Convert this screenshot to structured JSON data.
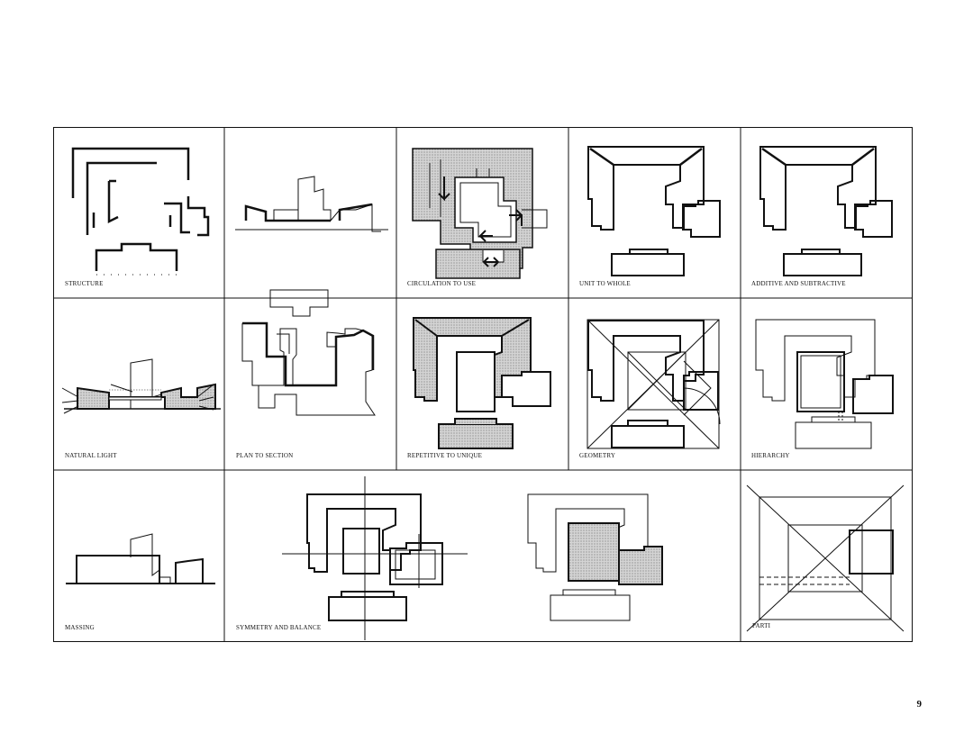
{
  "page": {
    "number": "9"
  },
  "panels": [
    {
      "id": "structure",
      "label": "STRUCTURE"
    },
    {
      "id": "plan-to-section",
      "label": ""
    },
    {
      "id": "circulation",
      "label": "CIRCULATION TO USE"
    },
    {
      "id": "unit-to-whole",
      "label": "UNIT TO WHOLE"
    },
    {
      "id": "additive",
      "label": "ADDITIVE AND SUBTRACTIVE"
    },
    {
      "id": "natural-light",
      "label": "NATURAL LIGHT"
    },
    {
      "id": "plan-to-section-2",
      "label": "PLAN TO SECTION"
    },
    {
      "id": "repetitive",
      "label": "REPETITIVE TO UNIQUE"
    },
    {
      "id": "geometry",
      "label": "GEOMETRY"
    },
    {
      "id": "hierarchy",
      "label": "HIERARCHY"
    },
    {
      "id": "massing",
      "label": "MASSING"
    },
    {
      "id": "symmetry",
      "label": "SYMMETRY AND BALANCE"
    },
    {
      "id": "parti",
      "label": "PARTI"
    }
  ],
  "colors": {
    "line": "#111111",
    "hatch": "#bdbdbd",
    "paper": "#ffffff"
  }
}
